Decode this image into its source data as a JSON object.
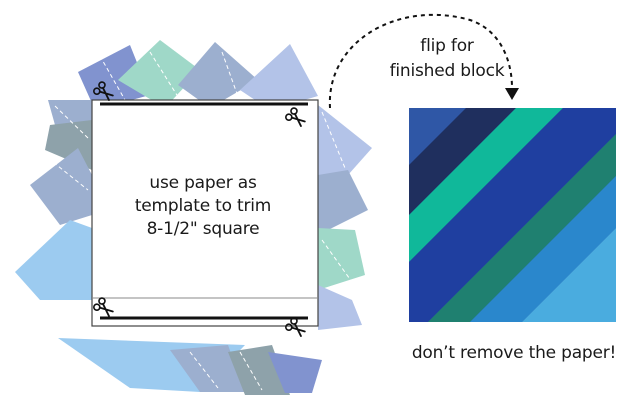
{
  "paper_template": {
    "lines": [
      "use paper as",
      "template to trim",
      "8-1/2\" square"
    ]
  },
  "flip_label": {
    "lines": [
      "flip for",
      "finished block"
    ]
  },
  "paper_note": "don’t remove the paper!",
  "palette": {
    "navy": "#1f2f5e",
    "royal_blue": "#2f57a6",
    "cobalt": "#1f3fa0",
    "teal": "#10b89a",
    "dark_teal": "#1f8070",
    "mid_blue": "#2a87cc",
    "sky_blue": "#4aacdf",
    "scrap_periwinkle": "#7f93cf",
    "scrap_mint": "#9fd8c8",
    "scrap_slate": "#9cafcf",
    "scrap_lavender": "#b3c3e8",
    "scrap_gray": "#8ea2aa",
    "scrap_light_blue": "#9ccbf0"
  },
  "icons": [
    "scissors-icon",
    "dashed-arrow-icon"
  ]
}
